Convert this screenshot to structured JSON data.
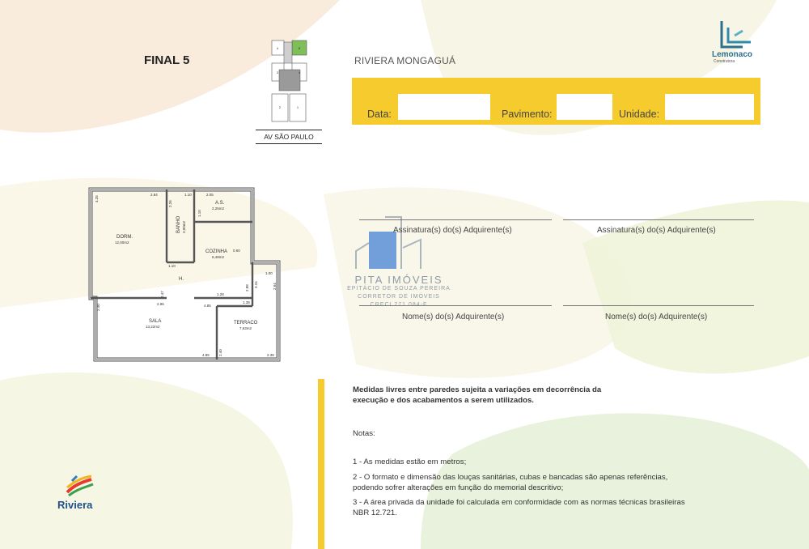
{
  "header": {
    "final_label": "FINAL 5",
    "project_name": "RIVIERA MONGAGUÁ",
    "street_label": "AV SÃO PAULO",
    "brand_logo": {
      "name": "Lemonaco",
      "subtitle": "Construtora"
    }
  },
  "form": {
    "date_label": "Data:",
    "floor_label": "Pavimento:",
    "unit_label": "Unidade:",
    "date_value": "",
    "floor_value": "",
    "unit_value": ""
  },
  "signatures": {
    "signature_left": "Assinatura(s) do(s) Adquirente(s)",
    "signature_right": "Assinatura(s) do(s) Adquirente(s)",
    "name_left": "Nome(s) do(s) Adquirente(s)",
    "name_right": "Nome(s) do(s) Adquirente(s)"
  },
  "watermark": {
    "company": "PITA IMÓVEIS",
    "agent": "EPITÁCIO DE SOUZA PEREIRA",
    "role": "CORRETOR DE IMÓVEIS",
    "creci": "CRECI 271.084-F"
  },
  "notes": {
    "disclaimer_line1": "Medidas livres entre paredes sujeita a variações em decorrência da",
    "disclaimer_line2": "execução e dos acabamentos a serem utilizados.",
    "heading": "Notas:",
    "note1": "1 - As medidas estão em metros;",
    "note2_line1": "2 - O formato e dimensão das louças sanitárias, cubas e bancadas são apenas referências,",
    "note2_line2": "podendo sofrer alterações em função do memorial descritivo;",
    "note3_line1": "3 - A área privada da unidade foi calculada em conformidade com as normas técnicas brasileiras",
    "note3_line2": "NBR 12.721."
  },
  "footer": {
    "riviera_logo": "Riviera"
  },
  "floor_plan": {
    "rooms": {
      "dorm": "DORM.",
      "dorm_area": "12,00m2",
      "banho": "BANHO",
      "banho_area": "3,00m2",
      "as": "A.S.",
      "as_area": "2,25m2",
      "cozinha": "COZINHA",
      "cozinha_area": "6,48m2",
      "hall": "H.",
      "sala": "SALA",
      "sala_area": "13,22m2",
      "terraco": "TERRACO",
      "terraco_area": "7,63m2"
    },
    "dims": {
      "d1": "2.84",
      "d2": "1.10",
      "d3": "2.05",
      "d4": "4.25",
      "d5": "2.26",
      "d6": "1.10",
      "d7": "0.60",
      "d8": "1.10",
      "d9": "2.47",
      "d10": "2.96",
      "d11": "1.28",
      "d12": "2.88",
      "d13": "1.38",
      "d14": "3.24",
      "d15": "1.00",
      "d16": "2.64",
      "d17": "2.40",
      "d18": "4.85",
      "d19": "4.85",
      "d20": "2.40",
      "d21": "2.38"
    }
  },
  "key_plan": {
    "cells": [
      "4",
      "5",
      "3",
      "4",
      "2",
      "1"
    ]
  },
  "colors": {
    "accent_yellow": "#f6cb2d",
    "green": "#7fbf5a",
    "beige": "#f8ead9"
  }
}
